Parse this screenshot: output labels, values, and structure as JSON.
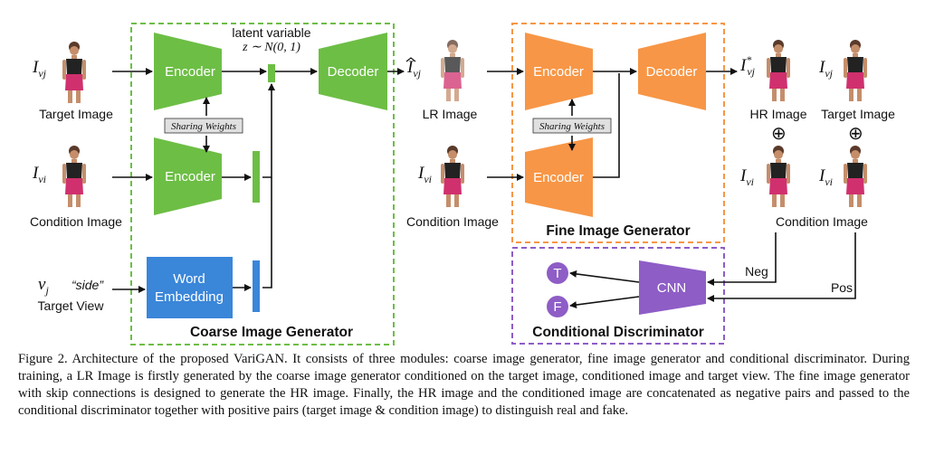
{
  "labels": {
    "target_image_left": "Target Image",
    "condition_image_left": "Condition Image",
    "target_view": "Target View",
    "side_quote": "“side”",
    "latent_line1": "latent variable",
    "latent_line2": "z ∼ N(0, 1)",
    "lr_image": "LR Image",
    "condition_image_mid": "Condition Image",
    "hr_image": "HR Image",
    "target_image_right": "Target Image",
    "condition_image_right": "Condition Image",
    "neg": "Neg",
    "pos": "Pos"
  },
  "math": {
    "i_vj": "I",
    "sub_vj": "vj",
    "sub_vi": "vi",
    "v": "v",
    "sub_j": "j",
    "star": "*",
    "plus": "⊕"
  },
  "blocks": {
    "encoder": "Encoder",
    "decoder": "Decoder",
    "word1": "Word",
    "word2": "Embedding",
    "cnn": "CNN",
    "t": "T",
    "f": "F",
    "sharing": "Sharing Weights"
  },
  "titles": {
    "coarse": "Coarse Image Generator",
    "fine": "Fine Image Generator",
    "disc": "Conditional Discriminator"
  },
  "caption": "Figure 2. Architecture of the proposed VariGAN. It consists of three modules: coarse image generator, fine image generator and conditional discriminator. During training, a LR Image is firstly generated by the coarse image generator conditioned on the target image, conditioned image and target view. The fine image generator with skip connections is designed to generate the HR image. Finally, the HR image and the conditioned image are concatenated as negative pairs and passed to the conditional discriminator together with positive pairs (target image & condition image) to distinguish real and fake.",
  "colors": {
    "green": "#6DBE45",
    "orange": "#F79646",
    "blue": "#3A86D9",
    "purple": "#8E5DC6",
    "green_border": "#6DBE45",
    "orange_border": "#F79646",
    "purple_border": "#8E5DC6"
  }
}
